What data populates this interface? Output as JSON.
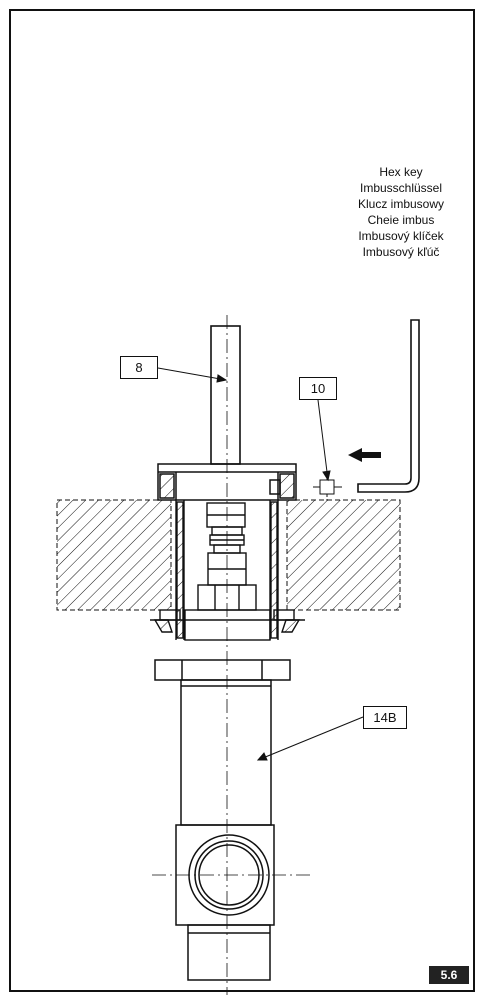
{
  "hex_key_labels": [
    "Hex key",
    "Imbusschlüssel",
    "Klucz imbusowy",
    "Cheie imbus",
    "Imbusový klíček",
    "Imbusový kľúč"
  ],
  "callouts": {
    "part_8": "8",
    "part_10": "10",
    "part_14b": "14B"
  },
  "figure_number": "5.6",
  "colors": {
    "line": "#111111",
    "badge_bg": "#222222",
    "badge_text": "#ffffff"
  }
}
